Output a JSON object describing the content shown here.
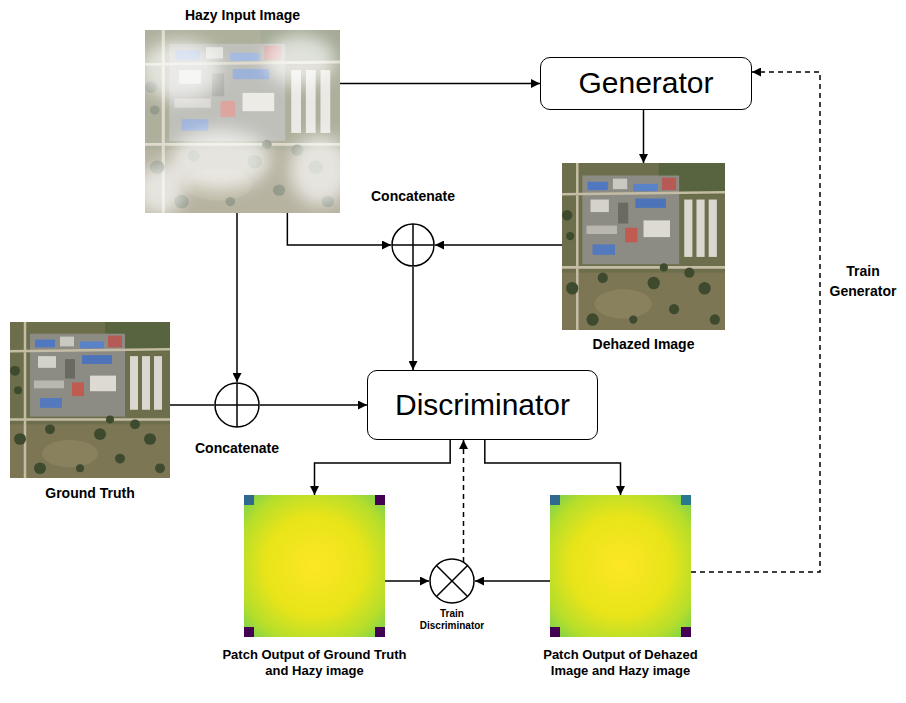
{
  "diagram": {
    "nodes": [
      {
        "text": [
          "Hazy Input Image"
        ]
      },
      {
        "text": [
          "Generator"
        ]
      },
      {
        "text": [
          "Concatenate"
        ]
      },
      {
        "text": [
          "Dehazed Image"
        ]
      },
      {
        "text": [
          "Ground Truth"
        ]
      },
      {
        "text": [
          "Discriminator"
        ]
      },
      {
        "text": [
          "Concatenate"
        ]
      },
      {
        "text": [
          "Patch Output of Ground Truth and Hazy image"
        ]
      },
      {
        "text": [
          "Train Discriminator"
        ]
      },
      {
        "text": [
          "Patch Output of Dehazed Image and Hazy image"
        ]
      }
    ],
    "edges": [
      {
        "from": 0,
        "to": 1,
        "arrow": "to"
      },
      {
        "from": 1,
        "to": 3,
        "arrow": "to"
      },
      {
        "from": 0,
        "to": 2,
        "arrow": "to"
      },
      {
        "from": 3,
        "to": 2,
        "arrow": "to"
      },
      {
        "from": 2,
        "to": 5,
        "arrow": "to"
      },
      {
        "from": 0,
        "to": 6,
        "arrow": "to"
      },
      {
        "from": 4,
        "to": 6,
        "arrow": "none"
      },
      {
        "from": 6,
        "to": 5,
        "arrow": "to"
      },
      {
        "from": 5,
        "to": 7,
        "arrow": "to"
      },
      {
        "from": 5,
        "to": 9,
        "arrow": "to"
      },
      {
        "from": 7,
        "to": 8,
        "arrow": "to"
      },
      {
        "from": 9,
        "to": 8,
        "arrow": "to"
      },
      {
        "from": 8,
        "to": 5,
        "arrow": "to"
      },
      {
        "from": 9,
        "to": 1,
        "label": "Train Generator",
        "arrow": "to"
      }
    ]
  }
}
